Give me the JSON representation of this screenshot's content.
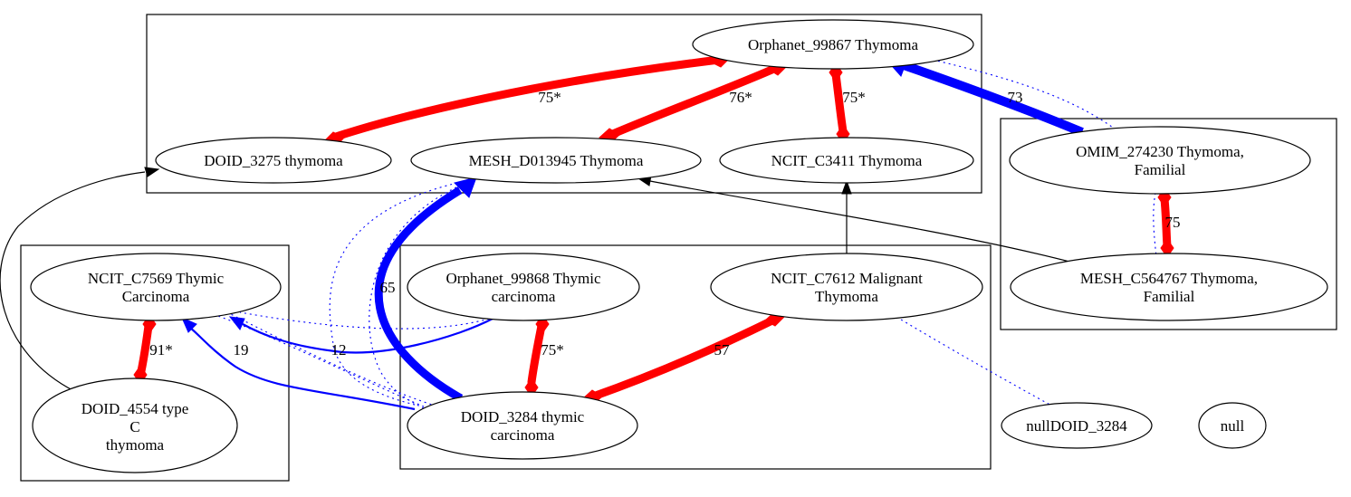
{
  "nodes": {
    "orphanet_99867": {
      "lines": [
        "Orphanet_99867 Thymoma"
      ]
    },
    "doid_3275": {
      "lines": [
        "DOID_3275 thymoma"
      ]
    },
    "mesh_d013945": {
      "lines": [
        "MESH_D013945 Thymoma"
      ]
    },
    "ncit_c3411": {
      "lines": [
        "NCIT_C3411 Thymoma"
      ]
    },
    "omim_274230": {
      "lines": [
        "OMIM_274230 Thymoma,",
        "Familial"
      ]
    },
    "mesh_c564767": {
      "lines": [
        "MESH_C564767 Thymoma,",
        "Familial"
      ]
    },
    "ncit_c7569": {
      "lines": [
        "NCIT_C7569 Thymic",
        "Carcinoma"
      ]
    },
    "doid_4554": {
      "lines": [
        "DOID_4554 type",
        "C",
        "thymoma"
      ]
    },
    "orphanet_99868": {
      "lines": [
        "Orphanet_99868 Thymic",
        "carcinoma"
      ]
    },
    "ncit_c7612": {
      "lines": [
        "NCIT_C7612 Malignant",
        "Thymoma"
      ]
    },
    "doid_3284": {
      "lines": [
        "DOID_3284 thymic",
        "carcinoma"
      ]
    },
    "null_doid_3284": {
      "lines": [
        "nullDOID_3284"
      ]
    },
    "null": {
      "lines": [
        "null"
      ]
    }
  },
  "edge_labels": {
    "orph_doid3275": "75*",
    "orph_mesh": "76*",
    "orph_ncit3411": "75*",
    "omim_orph": "73",
    "omim_meshc": "75",
    "doid3284_mesh": "65",
    "c7569_doid4554": "91*",
    "doid3284_c7569": "19",
    "orph99868_c7569": "12",
    "orph99868_doid3284": "75*",
    "c7612_doid3284": "57"
  },
  "colors": {
    "strong": "#ff0000",
    "weak": "#0000ff",
    "structural": "#000000"
  }
}
